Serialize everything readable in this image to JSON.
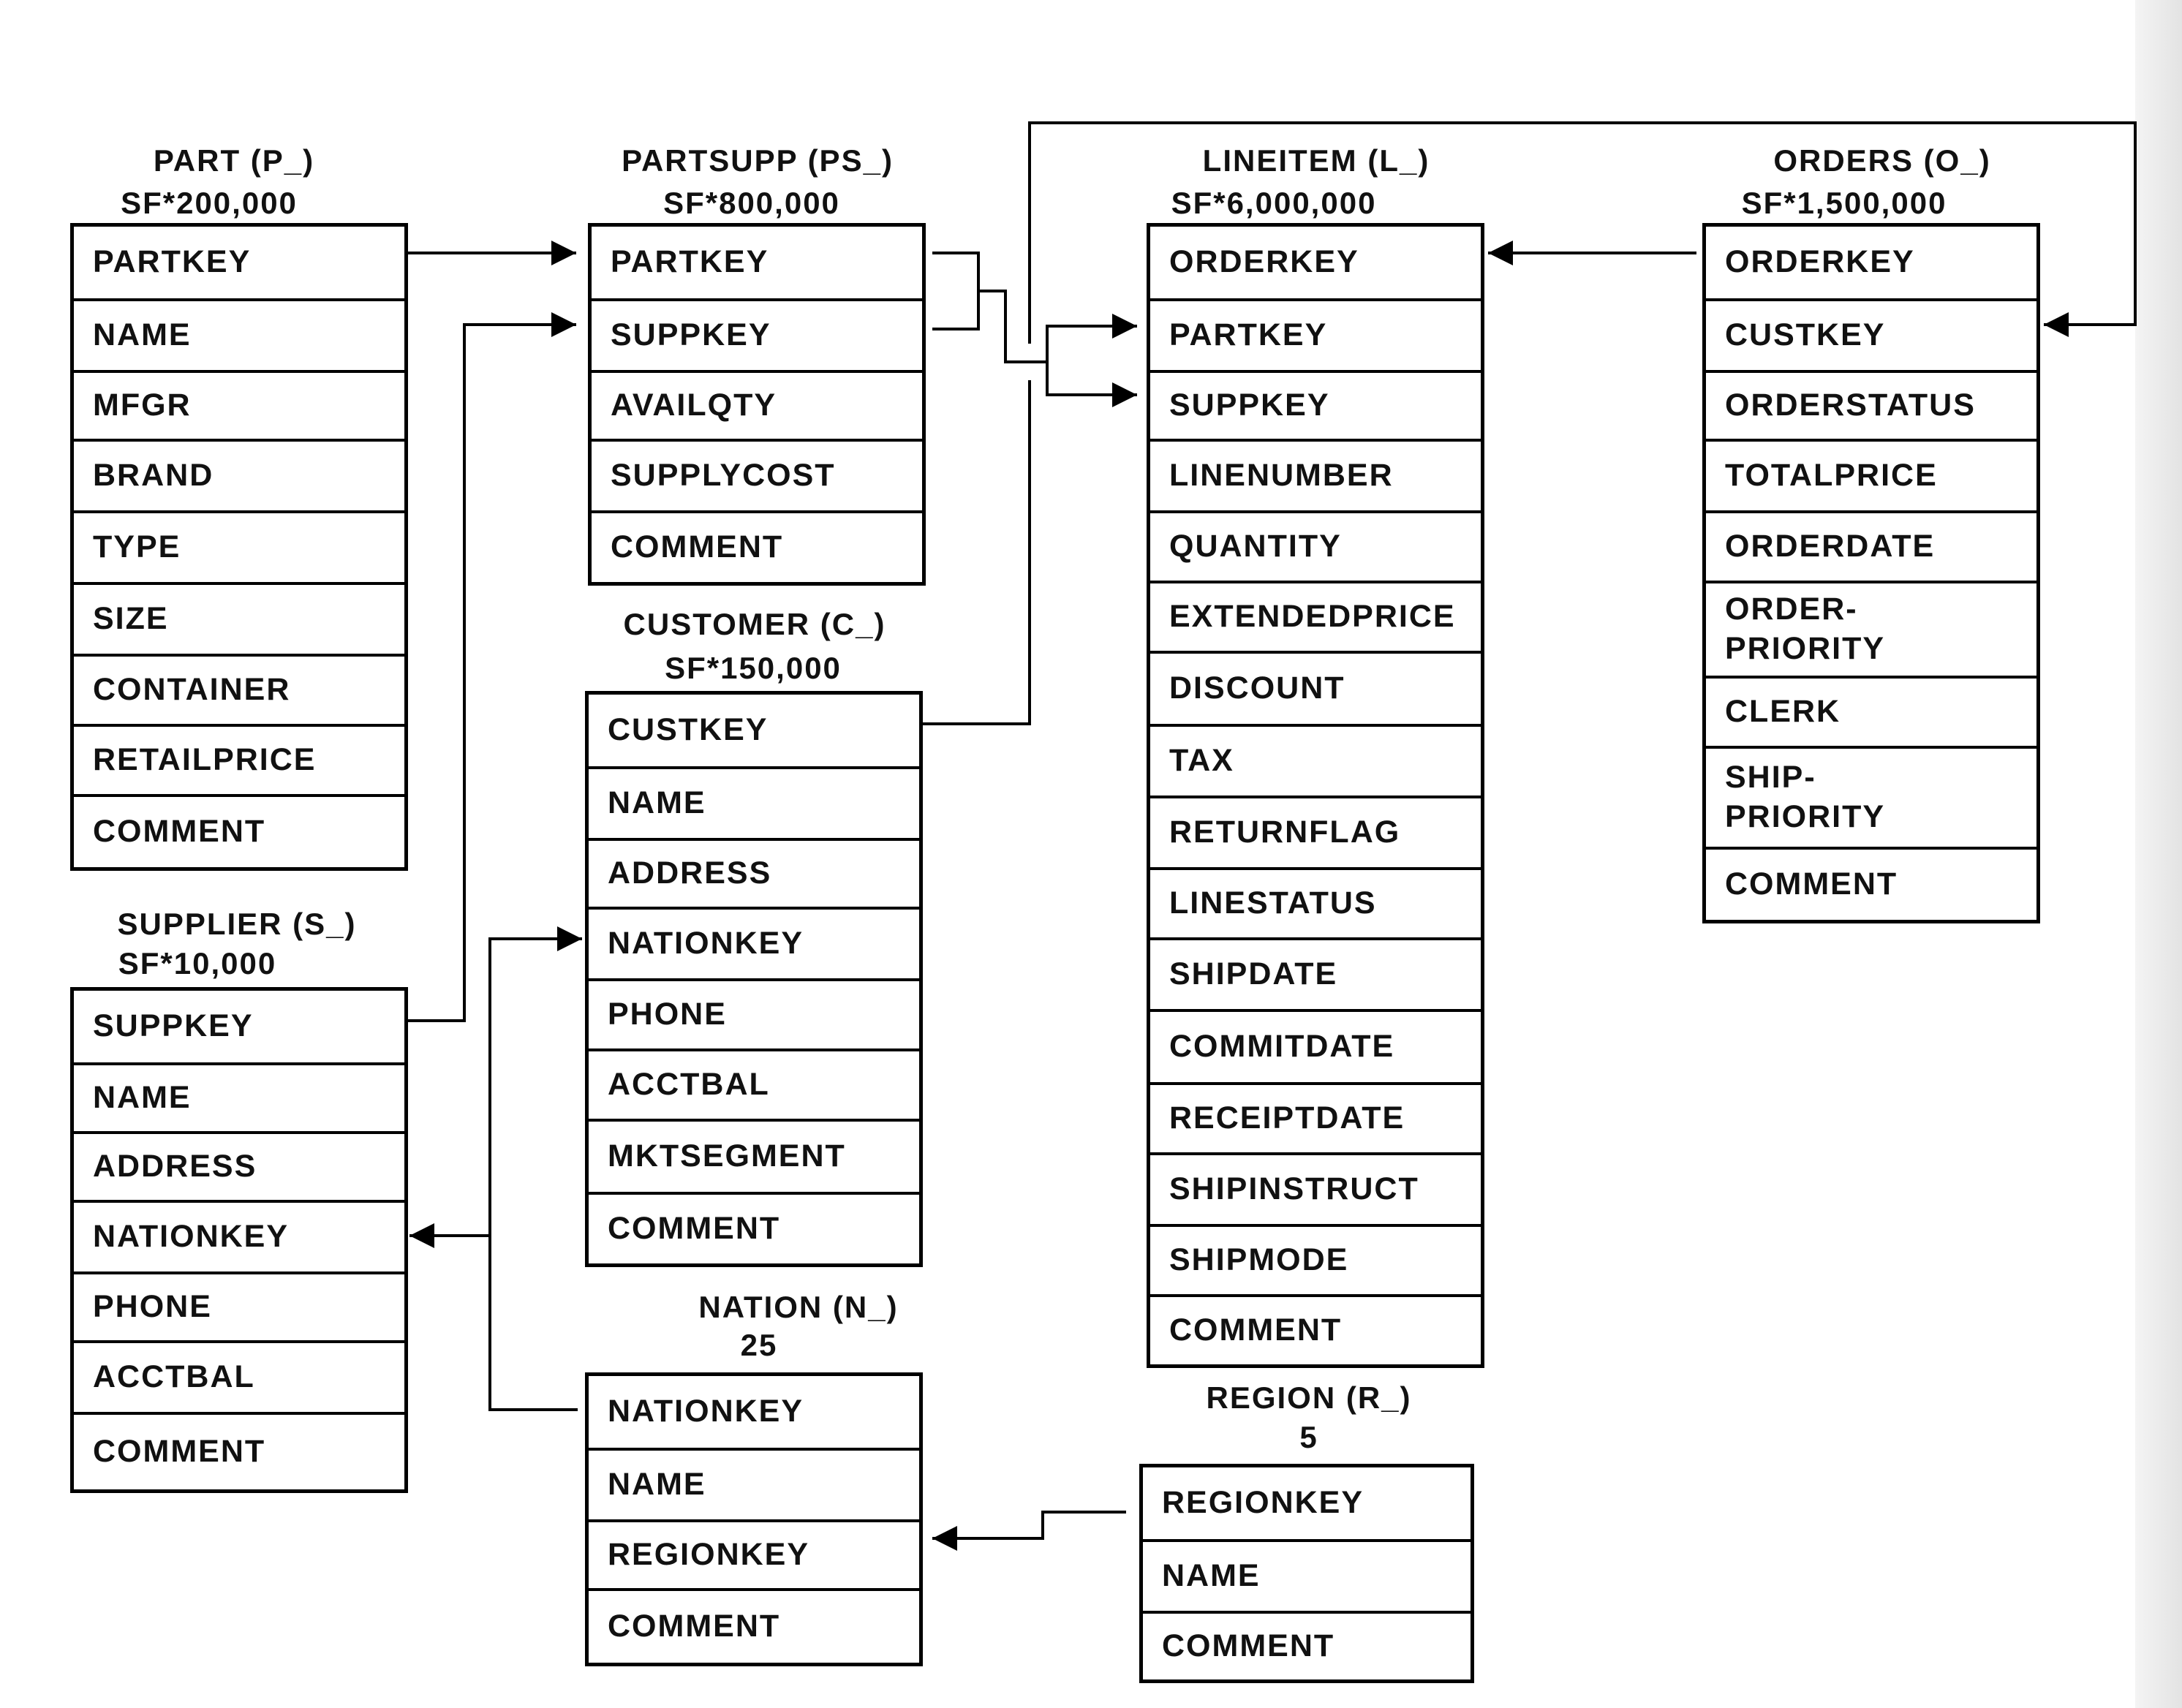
{
  "tables": {
    "part": {
      "name": "PART (P_)",
      "cardinality": "SF*200,000",
      "columns": [
        "PARTKEY",
        "NAME",
        "MFGR",
        "BRAND",
        "TYPE",
        "SIZE",
        "CONTAINER",
        "RETAILPRICE",
        "COMMENT"
      ]
    },
    "supplier": {
      "name": "SUPPLIER (S_)",
      "cardinality": "SF*10,000",
      "columns": [
        "SUPPKEY",
        "NAME",
        "ADDRESS",
        "NATIONKEY",
        "PHONE",
        "ACCTBAL",
        "COMMENT"
      ]
    },
    "partsupp": {
      "name": "PARTSUPP (PS_)",
      "cardinality": "SF*800,000",
      "columns": [
        "PARTKEY",
        "SUPPKEY",
        "AVAILQTY",
        "SUPPLYCOST",
        "COMMENT"
      ]
    },
    "customer": {
      "name": "CUSTOMER (C_)",
      "cardinality": "SF*150,000",
      "columns": [
        "CUSTKEY",
        "NAME",
        "ADDRESS",
        "NATIONKEY",
        "PHONE",
        "ACCTBAL",
        "MKTSEGMENT",
        "COMMENT"
      ]
    },
    "nation": {
      "name": "NATION (N_)",
      "cardinality": "25",
      "columns": [
        "NATIONKEY",
        "NAME",
        "REGIONKEY",
        "COMMENT"
      ]
    },
    "lineitem": {
      "name": "LINEITEM (L_)",
      "cardinality": "SF*6,000,000",
      "columns": [
        "ORDERKEY",
        "PARTKEY",
        "SUPPKEY",
        "LINENUMBER",
        "QUANTITY",
        "EXTENDEDPRICE",
        "DISCOUNT",
        "TAX",
        "RETURNFLAG",
        "LINESTATUS",
        "SHIPDATE",
        "COMMITDATE",
        "RECEIPTDATE",
        "SHIPINSTRUCT",
        "SHIPMODE",
        "COMMENT"
      ]
    },
    "region": {
      "name": "REGION (R_)",
      "cardinality": "5",
      "columns": [
        "REGIONKEY",
        "NAME",
        "COMMENT"
      ]
    },
    "orders": {
      "name": "ORDERS (O_)",
      "cardinality": "SF*1,500,000",
      "columns": [
        "ORDERKEY",
        "CUSTKEY",
        "ORDERSTATUS",
        "TOTALPRICE",
        "ORDERDATE",
        "ORDER-\nPRIORITY",
        "CLERK",
        "SHIP-\nPRIORITY",
        "COMMENT"
      ]
    }
  },
  "relationships": [
    {
      "from": "PART.PARTKEY",
      "to": "PARTSUPP.PARTKEY"
    },
    {
      "from": "SUPPLIER.SUPPKEY",
      "to": "PARTSUPP.SUPPKEY"
    },
    {
      "from": "PARTSUPP.PARTKEY",
      "to": "LINEITEM.PARTKEY"
    },
    {
      "from": "PARTSUPP.SUPPKEY",
      "to": "LINEITEM.SUPPKEY"
    },
    {
      "from": "ORDERS.ORDERKEY",
      "to": "LINEITEM.ORDERKEY"
    },
    {
      "from": "CUSTOMER.CUSTKEY",
      "to": "ORDERS.CUSTKEY"
    },
    {
      "from": "NATION.NATIONKEY",
      "to": "CUSTOMER.NATIONKEY"
    },
    {
      "from": "NATION.NATIONKEY",
      "to": "SUPPLIER.NATIONKEY"
    },
    {
      "from": "REGION.REGIONKEY",
      "to": "NATION.REGIONKEY"
    }
  ]
}
